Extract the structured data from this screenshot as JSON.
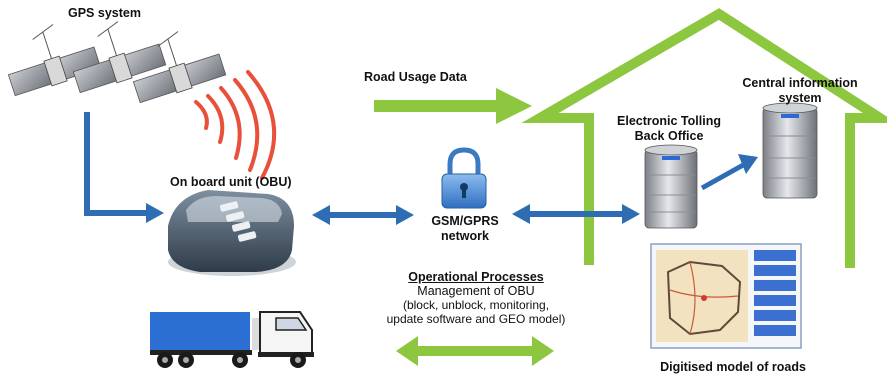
{
  "labels": {
    "gps": "GPS system",
    "road_usage": "Road Usage Data",
    "central_line1": "Central information",
    "central_line2": "system",
    "tolling_line1": "Electronic Tolling",
    "tolling_line2": "Back Office",
    "obu": "On board unit (OBU)",
    "gsm_line1": "GSM/GPRS",
    "gsm_line2": "network",
    "ops_title": "Operational Processes",
    "ops_line1": "Management of OBU",
    "ops_line2": "(block, unblock, monitoring,",
    "ops_line3": "update software and GEO model)",
    "digitised": "Digitised model of roads"
  },
  "colors": {
    "green": "#8dc63f",
    "blue_arrow": "#2e6db4",
    "signal": "#e8503a",
    "truck_box": "#2a6fd1",
    "lock": "#4a8fd6"
  },
  "icons": [
    "satellite-icon",
    "signal-waves-icon",
    "obu-device-icon",
    "lock-icon",
    "server-icon",
    "map-screen-icon",
    "truck-icon",
    "house-outline-icon"
  ]
}
